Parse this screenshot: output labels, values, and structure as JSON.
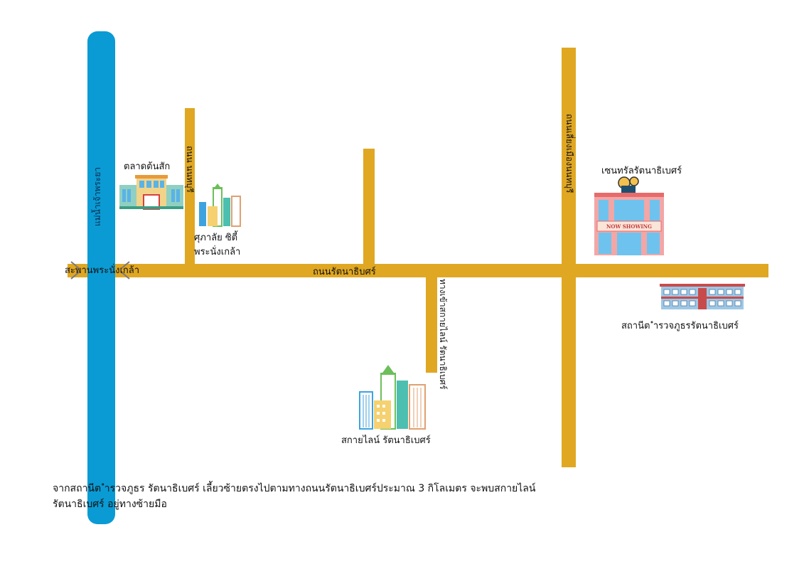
{
  "map": {
    "river": {
      "label": "แม่น้ำเจ้าพระยา",
      "color": "#0a9bd4"
    },
    "road_color": "#e0a722",
    "bridge_label": "สะพานพระนั่งเกล้า",
    "roads": {
      "main": "ถนนรัตนาธิบศร์",
      "left_road": "ถนน นนทบุรี",
      "right_road": "ถนนเลี่ยงเมืองนนทบุรี",
      "skyline_road": "ทางเข้าสกายไลน์ รัตนาธิเบศร์"
    },
    "landmarks": {
      "market": {
        "label": "ตลาดต้นสัก",
        "icon": "market-building-icon"
      },
      "supalai": {
        "label_line1": "ศุภาลัย ซิตี้",
        "label_line2": "พระนั่งเกล้า",
        "icon": "city-buildings-icon"
      },
      "central": {
        "label": "เซนทรัลรัตนาธิเบศร์",
        "icon": "cinema-mall-icon",
        "sign": "NOW SHOWING"
      },
      "station": {
        "label": "สถานีต ำรวจภูธรรัตนาธิเบศร์",
        "icon": "police-station-icon"
      },
      "skyline": {
        "label": "สกายไลน์ รัตนาธิเบศร์",
        "icon": "skyline-towers-icon"
      }
    }
  },
  "description": {
    "line1": "จากสถานีต ำรวจภูธร รัตนาธิเบศร์ เลี้ยวซ้ายตรงไปตามทางถนนรัตนาธิเบศร์ประมาณ 3 กิโลเมตร จะพบสกายไลน์",
    "line2": "รัตนาธิเบศร์ อยู่ทางซ้ายมือ"
  }
}
